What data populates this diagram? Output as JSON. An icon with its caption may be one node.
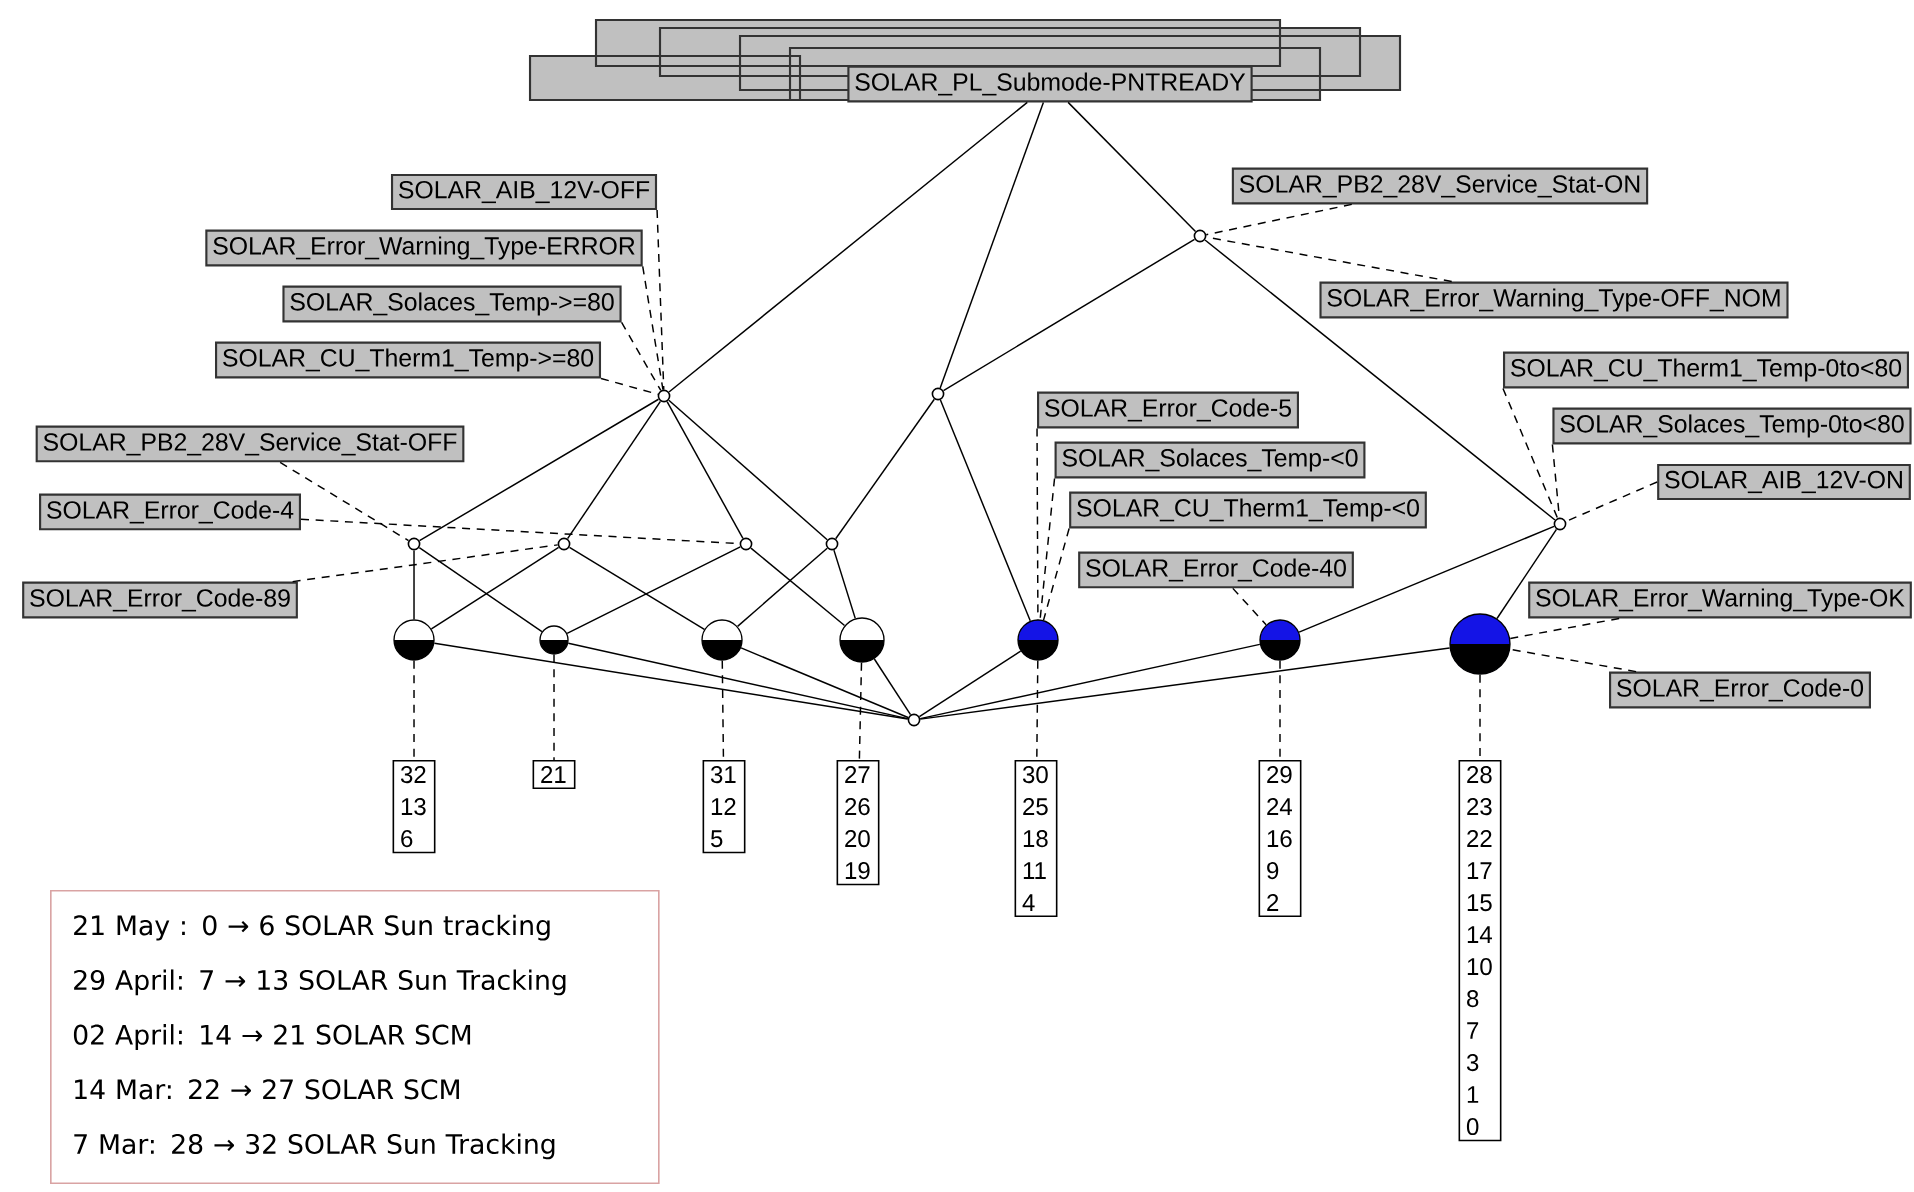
{
  "diagram": {
    "nodes": [
      {
        "text": [
          "SOLAR_PL_Submode-PNTREADY"
        ]
      },
      {
        "text": [
          "SOLAR_AIB_12V-OFF"
        ]
      },
      {
        "text": [
          "SOLAR_PB2_28V_Service_Stat-ON"
        ]
      },
      {
        "text": [
          "SOLAR_Error_Warning_Type-ERROR"
        ]
      },
      {
        "text": [],
        "shape": "circle"
      },
      {
        "text": [
          "SOLAR_Solaces_Temp->=80"
        ]
      },
      {
        "text": [
          "SOLAR_Error_Warning_Type-OFF_NOM"
        ]
      },
      {
        "text": [
          "SOLAR_CU_Therm1_Temp->=80"
        ]
      },
      {
        "text": [],
        "shape": "circle"
      },
      {
        "text": [],
        "shape": "circle"
      },
      {
        "text": [
          "SOLAR_CU_Therm1_Temp-0to<80"
        ]
      },
      {
        "text": [
          "SOLAR_PB2_28V_Service_Stat-OFF"
        ]
      },
      {
        "text": [
          "SOLAR_Error_Code-4"
        ]
      },
      {
        "text": [
          "SOLAR_Solaces_Temp-0to<80"
        ]
      },
      {
        "text": [
          "SOLAR_Solaces_Temp-<0"
        ]
      },
      {
        "text": [],
        "shape": "circle"
      },
      {
        "text": [],
        "shape": "circle"
      },
      {
        "text": [],
        "shape": "circle"
      },
      {
        "text": [],
        "shape": "circle"
      },
      {
        "text": [],
        "shape": "circle"
      },
      {
        "text": [
          "SOLAR_AIB_12V-ON"
        ]
      },
      {
        "text": [
          "SOLAR_Error_Code-5"
        ]
      },
      {
        "text": [
          "SOLAR_Error_Code-89"
        ]
      },
      {
        "text": [
          "SOLAR_CU_Therm1_Temp-<0"
        ]
      },
      {
        "text": [
          "SOLAR_Error_Code-40"
        ]
      },
      {
        "text": [
          "SOLAR_Error_Warning_Type-OK"
        ]
      },
      {
        "text": [],
        "shape": "circle"
      },
      {
        "text": [],
        "shape": "circle"
      },
      {
        "text": [],
        "shape": "circle"
      },
      {
        "text": [],
        "shape": "circle"
      },
      {
        "text": [],
        "shape": "circle"
      },
      {
        "text": [],
        "shape": "circle"
      },
      {
        "text": [],
        "shape": "circle"
      },
      {
        "text": [
          "SOLAR_Error_Code-0"
        ]
      },
      {
        "text": [
          "32 13 6"
        ]
      },
      {
        "text": [
          "21"
        ]
      },
      {
        "text": [
          "31 12 5"
        ]
      },
      {
        "text": [
          "27 26 20 19"
        ]
      },
      {
        "text": [],
        "shape": "circle"
      },
      {
        "text": [
          "30 25 18 11 4"
        ]
      },
      {
        "text": [
          "29 24 16 9 2"
        ]
      },
      {
        "text": [
          "28 23 22 17 15 14 10 8 7 3 1 0"
        ]
      },
      {
        "text": [
          "21 May : 0 → 6 SOLAR Sun tracking",
          "29 April: 7 → 13 SOLAR Sun Tracking",
          "02 April: 14 → 21 SOLAR SCM",
          "14 Mar: 22 → 27 SOLAR SCM",
          "7 Mar: 28 → 32 SOLAR Sun Tracking"
        ]
      }
    ],
    "edges": [
      {
        "from": 0,
        "to": 8,
        "arrow": "none"
      },
      {
        "from": 0,
        "to": 9,
        "arrow": "none"
      },
      {
        "from": 0,
        "to": 4,
        "arrow": "none"
      },
      {
        "from": 4,
        "to": 9,
        "arrow": "none"
      },
      {
        "from": 4,
        "to": 19,
        "arrow": "none"
      },
      {
        "from": 8,
        "to": 15,
        "arrow": "none"
      },
      {
        "from": 8,
        "to": 16,
        "arrow": "none"
      },
      {
        "from": 8,
        "to": 17,
        "arrow": "none"
      },
      {
        "from": 8,
        "to": 18,
        "arrow": "none"
      },
      {
        "from": 9,
        "to": 18,
        "arrow": "none"
      },
      {
        "from": 9,
        "to": 30,
        "arrow": "none"
      },
      {
        "from": 15,
        "to": 26,
        "arrow": "none"
      },
      {
        "from": 15,
        "to": 27,
        "arrow": "none"
      },
      {
        "from": 16,
        "to": 26,
        "arrow": "none"
      },
      {
        "from": 16,
        "to": 28,
        "arrow": "none"
      },
      {
        "from": 17,
        "to": 27,
        "arrow": "none"
      },
      {
        "from": 17,
        "to": 29,
        "arrow": "none"
      },
      {
        "from": 18,
        "to": 28,
        "arrow": "none"
      },
      {
        "from": 18,
        "to": 29,
        "arrow": "none"
      },
      {
        "from": 19,
        "to": 31,
        "arrow": "none"
      },
      {
        "from": 19,
        "to": 32,
        "arrow": "none"
      },
      {
        "from": 26,
        "to": 38,
        "arrow": "none"
      },
      {
        "from": 27,
        "to": 38,
        "arrow": "none"
      },
      {
        "from": 28,
        "to": 38,
        "arrow": "none"
      },
      {
        "from": 29,
        "to": 38,
        "arrow": "none"
      },
      {
        "from": 30,
        "to": 38,
        "arrow": "none"
      },
      {
        "from": 31,
        "to": 38,
        "arrow": "none"
      },
      {
        "from": 32,
        "to": 38,
        "arrow": "none"
      },
      {
        "from": 1,
        "to": 8,
        "arrow": "none",
        "style": "dashed"
      },
      {
        "from": 3,
        "to": 8,
        "arrow": "none",
        "style": "dashed"
      },
      {
        "from": 5,
        "to": 8,
        "arrow": "none",
        "style": "dashed"
      },
      {
        "from": 7,
        "to": 8,
        "arrow": "none",
        "style": "dashed"
      },
      {
        "from": 2,
        "to": 4,
        "arrow": "none",
        "style": "dashed"
      },
      {
        "from": 6,
        "to": 4,
        "arrow": "none",
        "style": "dashed"
      },
      {
        "from": 10,
        "to": 19,
        "arrow": "none",
        "style": "dashed"
      },
      {
        "from": 13,
        "to": 19,
        "arrow": "none",
        "style": "dashed"
      },
      {
        "from": 20,
        "to": 19,
        "arrow": "none",
        "style": "dashed"
      },
      {
        "from": 11,
        "to": 15,
        "arrow": "none",
        "style": "dashed"
      },
      {
        "from": 12,
        "to": 17,
        "arrow": "none",
        "style": "dashed"
      },
      {
        "from": 22,
        "to": 16,
        "arrow": "none",
        "style": "dashed"
      },
      {
        "from": 23,
        "to": 30,
        "arrow": "none",
        "style": "dashed"
      },
      {
        "from": 14,
        "to": 30,
        "arrow": "none",
        "style": "dashed"
      },
      {
        "from": 21,
        "to": 30,
        "arrow": "none",
        "style": "dashed"
      },
      {
        "from": 24,
        "to": 31,
        "arrow": "none",
        "style": "dashed"
      },
      {
        "from": 25,
        "to": 32,
        "arrow": "none",
        "style": "dashed"
      },
      {
        "from": 33,
        "to": 32,
        "arrow": "none",
        "style": "dashed"
      },
      {
        "from": 26,
        "to": 34,
        "arrow": "none",
        "style": "dashed"
      },
      {
        "from": 27,
        "to": 35,
        "arrow": "none",
        "style": "dashed"
      },
      {
        "from": 28,
        "to": 36,
        "arrow": "none",
        "style": "dashed"
      },
      {
        "from": 29,
        "to": 37,
        "arrow": "none",
        "style": "dashed"
      },
      {
        "from": 30,
        "to": 39,
        "arrow": "none",
        "style": "dashed"
      },
      {
        "from": 31,
        "to": 40,
        "arrow": "none",
        "style": "dashed"
      },
      {
        "from": 32,
        "to": 41,
        "arrow": "none",
        "style": "dashed"
      }
    ]
  }
}
